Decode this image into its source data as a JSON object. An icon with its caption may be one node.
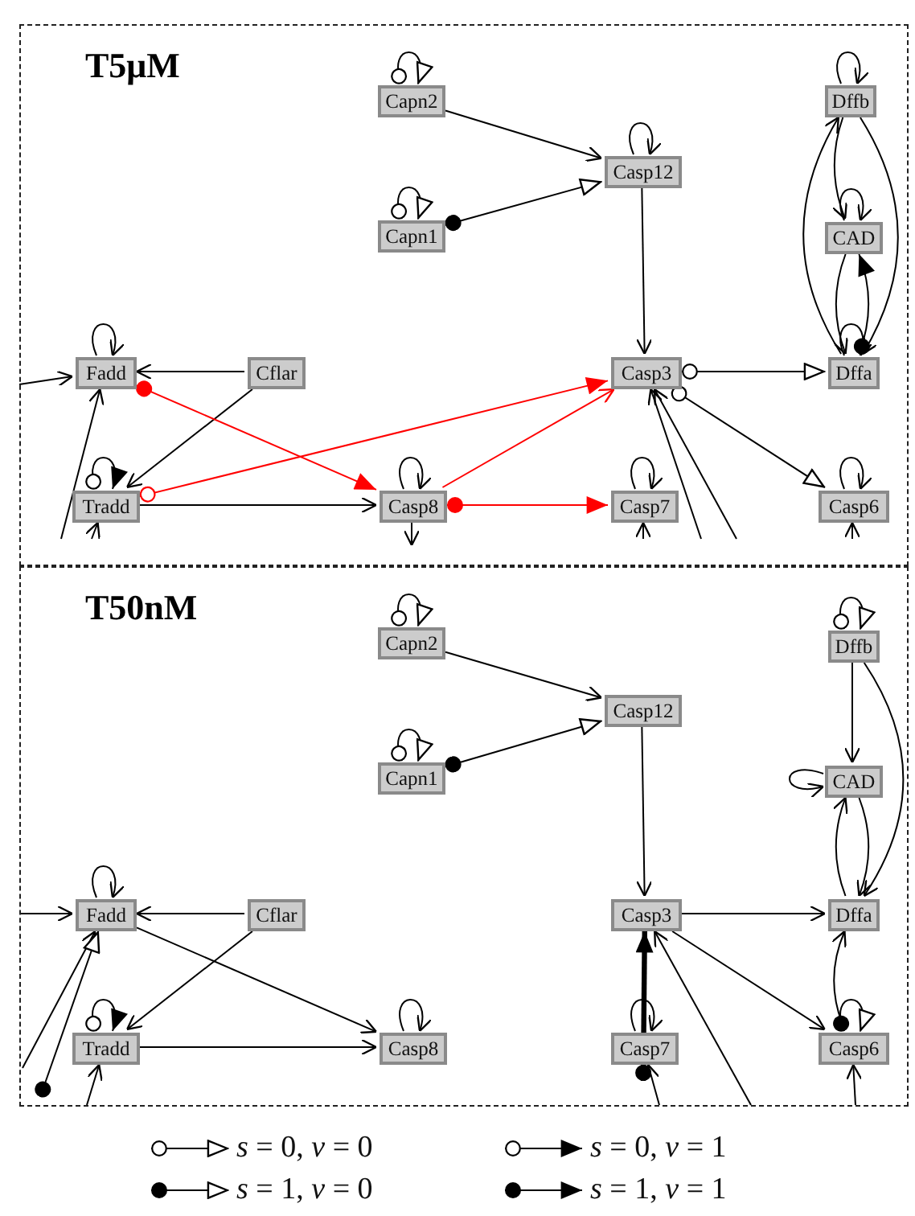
{
  "diagram": {
    "nodes": [
      {
        "text": [
          "T5μM"
        ]
      },
      {
        "text": [
          "Capn2"
        ],
        "in": 0
      },
      {
        "text": [
          "Capn1"
        ],
        "in": 0
      },
      {
        "text": [
          "Casp12"
        ],
        "in": 0
      },
      {
        "text": [
          "Dffb"
        ],
        "in": 0
      },
      {
        "text": [
          "CAD"
        ],
        "in": 0
      },
      {
        "text": [
          "Casp3"
        ],
        "in": 0
      },
      {
        "text": [
          "Dffa"
        ],
        "in": 0
      },
      {
        "text": [
          "Fadd"
        ],
        "in": 0
      },
      {
        "text": [
          "Cflar"
        ],
        "in": 0
      },
      {
        "text": [
          "Tradd"
        ],
        "in": 0
      },
      {
        "text": [
          "Casp8"
        ],
        "in": 0
      },
      {
        "text": [
          "Casp7"
        ],
        "in": 0
      },
      {
        "text": [
          "Casp6"
        ],
        "in": 0
      },
      {
        "text": [
          "T50nM"
        ]
      },
      {
        "text": [
          "Capn2"
        ],
        "in": 14
      },
      {
        "text": [
          "Capn1"
        ],
        "in": 14
      },
      {
        "text": [
          "Casp12"
        ],
        "in": 14
      },
      {
        "text": [
          "Dffb"
        ],
        "in": 14
      },
      {
        "text": [
          "CAD"
        ],
        "in": 14
      },
      {
        "text": [
          "Casp3"
        ],
        "in": 14
      },
      {
        "text": [
          "Dffa"
        ],
        "in": 14
      },
      {
        "text": [
          "Fadd"
        ],
        "in": 14
      },
      {
        "text": [
          "Cflar"
        ],
        "in": 14
      },
      {
        "text": [
          "Tradd"
        ],
        "in": 14
      },
      {
        "text": [
          "Casp8"
        ],
        "in": 14
      },
      {
        "text": [
          "Casp7"
        ],
        "in": 14
      },
      {
        "text": [
          "Casp6"
        ],
        "in": 14
      }
    ],
    "edges": [
      {
        "from": 1,
        "to": 1,
        "arrow": "to"
      },
      {
        "from": 1,
        "to": 3,
        "arrow": "to"
      },
      {
        "from": 2,
        "to": 2,
        "arrow": "to"
      },
      {
        "from": 2,
        "to": 3,
        "arrow": "to"
      },
      {
        "from": 3,
        "to": 3,
        "arrow": "to"
      },
      {
        "from": 3,
        "to": 6,
        "arrow": "to"
      },
      {
        "from": 4,
        "to": 4,
        "arrow": "to"
      },
      {
        "from": 5,
        "to": 5,
        "arrow": "to"
      },
      {
        "from": 7,
        "to": 7,
        "arrow": "to"
      },
      {
        "from": 7,
        "to": 4,
        "arrow": "to"
      },
      {
        "from": 4,
        "to": 7,
        "arrow": "to"
      },
      {
        "from": 4,
        "to": 5,
        "arrow": "to"
      },
      {
        "from": 5,
        "to": 7,
        "arrow": "to"
      },
      {
        "from": 7,
        "to": 5,
        "arrow": "to"
      },
      {
        "from": 6,
        "to": 7,
        "arrow": "to"
      },
      {
        "from": 6,
        "to": 13,
        "arrow": "to"
      },
      {
        "from": 8,
        "to": 8,
        "arrow": "to"
      },
      {
        "from": 9,
        "to": 8,
        "arrow": "to"
      },
      {
        "from": 9,
        "to": 10,
        "arrow": "to"
      },
      {
        "from": 10,
        "to": 10,
        "arrow": "to"
      },
      {
        "from": 10,
        "to": 11,
        "arrow": "to"
      },
      {
        "from": 8,
        "to": 11,
        "arrow": "to",
        "color": "#ff0000"
      },
      {
        "from": 10,
        "to": 6,
        "arrow": "to",
        "color": "#ff0000"
      },
      {
        "from": 11,
        "to": 6,
        "arrow": "to",
        "color": "#ff0000"
      },
      {
        "from": 11,
        "to": 12,
        "arrow": "to",
        "color": "#ff0000"
      },
      {
        "from": 11,
        "to": 11,
        "arrow": "to"
      },
      {
        "from": 12,
        "to": 12,
        "arrow": "to"
      },
      {
        "from": 13,
        "to": 13,
        "arrow": "to"
      },
      {
        "from": null,
        "to": 8,
        "arrow": "to"
      },
      {
        "from": null,
        "to": 8,
        "arrow": "to"
      },
      {
        "from": null,
        "to": 10,
        "arrow": "to"
      },
      {
        "from": 11,
        "to": null,
        "arrow": "to"
      },
      {
        "from": null,
        "to": 12,
        "arrow": "to"
      },
      {
        "from": null,
        "to": 6,
        "arrow": "to"
      },
      {
        "from": null,
        "to": 6,
        "arrow": "to"
      },
      {
        "from": null,
        "to": 13,
        "arrow": "to"
      },
      {
        "from": 15,
        "to": 15,
        "arrow": "to"
      },
      {
        "from": 15,
        "to": 17,
        "arrow": "to"
      },
      {
        "from": 16,
        "to": 16,
        "arrow": "to"
      },
      {
        "from": 16,
        "to": 17,
        "arrow": "to"
      },
      {
        "from": 17,
        "to": 20,
        "arrow": "to"
      },
      {
        "from": 18,
        "to": 18,
        "arrow": "to"
      },
      {
        "from": 18,
        "to": 19,
        "arrow": "to"
      },
      {
        "from": 18,
        "to": 21,
        "arrow": "to"
      },
      {
        "from": 19,
        "to": 19,
        "arrow": "to"
      },
      {
        "from": 19,
        "to": 21,
        "arrow": "to"
      },
      {
        "from": 21,
        "to": 19,
        "arrow": "to"
      },
      {
        "from": 20,
        "to": 21,
        "arrow": "to"
      },
      {
        "from": 20,
        "to": 27,
        "arrow": "to"
      },
      {
        "from": 27,
        "to": 27,
        "arrow": "to"
      },
      {
        "from": 27,
        "to": 21,
        "arrow": "to"
      },
      {
        "from": 26,
        "to": 20,
        "arrow": "to",
        "style": "thick"
      },
      {
        "from": 26,
        "to": 26,
        "arrow": "to"
      },
      {
        "from": 22,
        "to": 22,
        "arrow": "to"
      },
      {
        "from": 23,
        "to": 22,
        "arrow": "to"
      },
      {
        "from": 23,
        "to": 24,
        "arrow": "to"
      },
      {
        "from": 24,
        "to": 24,
        "arrow": "to"
      },
      {
        "from": 24,
        "to": 25,
        "arrow": "to"
      },
      {
        "from": 22,
        "to": 25,
        "arrow": "to"
      },
      {
        "from": 25,
        "to": 25,
        "arrow": "to"
      },
      {
        "from": null,
        "to": 22,
        "arrow": "to"
      },
      {
        "from": null,
        "to": 22,
        "arrow": "to"
      },
      {
        "from": null,
        "to": 22,
        "arrow": "to"
      },
      {
        "from": null,
        "to": 24,
        "arrow": "to"
      },
      {
        "from": null,
        "to": 26,
        "arrow": "to"
      },
      {
        "from": null,
        "to": 20,
        "arrow": "to"
      },
      {
        "from": null,
        "to": 27,
        "arrow": "to"
      }
    ],
    "legend": [
      {
        "text": "*s* = 0, *v* = 0"
      },
      {
        "text": "*s* = 0, *v* = 1"
      },
      {
        "text": "*s* = 1, *v* = 0"
      },
      {
        "text": "*s* = 1, *v* = 1"
      }
    ]
  }
}
